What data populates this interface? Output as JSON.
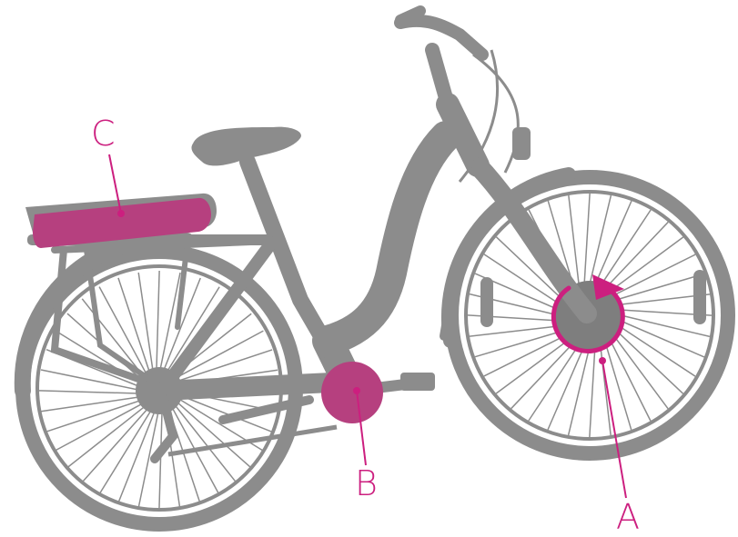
{
  "colors": {
    "bike": "#8c8c8c",
    "bike_dark": "#7e7e7e",
    "accent": "#cc1f7f",
    "accent_fill": "#b6407f",
    "background": "#ffffff"
  },
  "labels": {
    "front_hub_motor": "A",
    "mid_drive_motor": "B",
    "rear_rack_battery": "C"
  },
  "icons": {
    "rotation": "circular-arrow-icon"
  }
}
